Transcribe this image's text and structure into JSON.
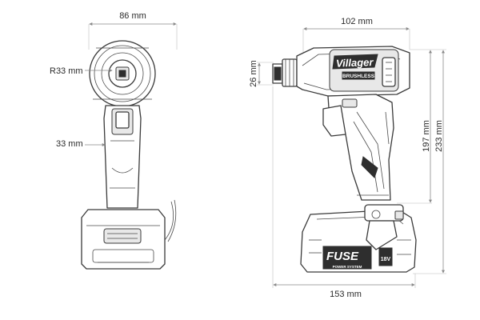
{
  "dimensions": {
    "front_width": "86 mm",
    "chuck_radius": "R33 mm",
    "grip_width": "33 mm",
    "head_width": "102 mm",
    "anvil_height": "26 mm",
    "height_no_battery": "197 mm",
    "total_height": "233 mm",
    "total_length": "153 mm"
  },
  "branding": {
    "logo": "Villager",
    "sub_logo": "BRUSHLESS",
    "battery_logo": "FUSE",
    "battery_tag": "POWER SYSTEM",
    "voltage": "18V"
  }
}
